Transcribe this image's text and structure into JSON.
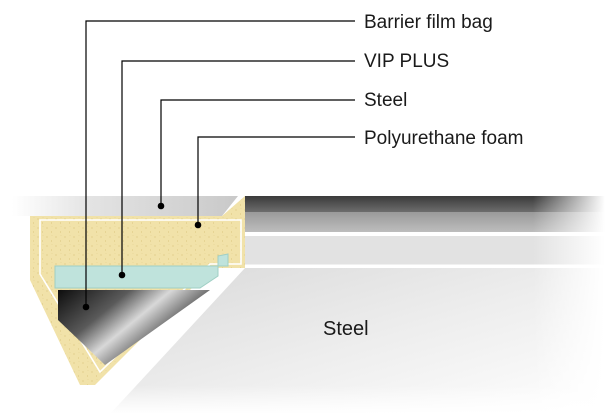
{
  "labels": {
    "barrier_film_bag": "Barrier film bag",
    "vip_plus": "VIP PLUS",
    "steel_top": "Steel",
    "polyurethane_foam": "Polyurethane foam",
    "steel_body": "Steel"
  },
  "colors": {
    "foam": "#f1e2a9",
    "vip_panel": "#bfe3dc",
    "steel_light": "#ececec",
    "steel_dark": "#1a1a1a"
  }
}
